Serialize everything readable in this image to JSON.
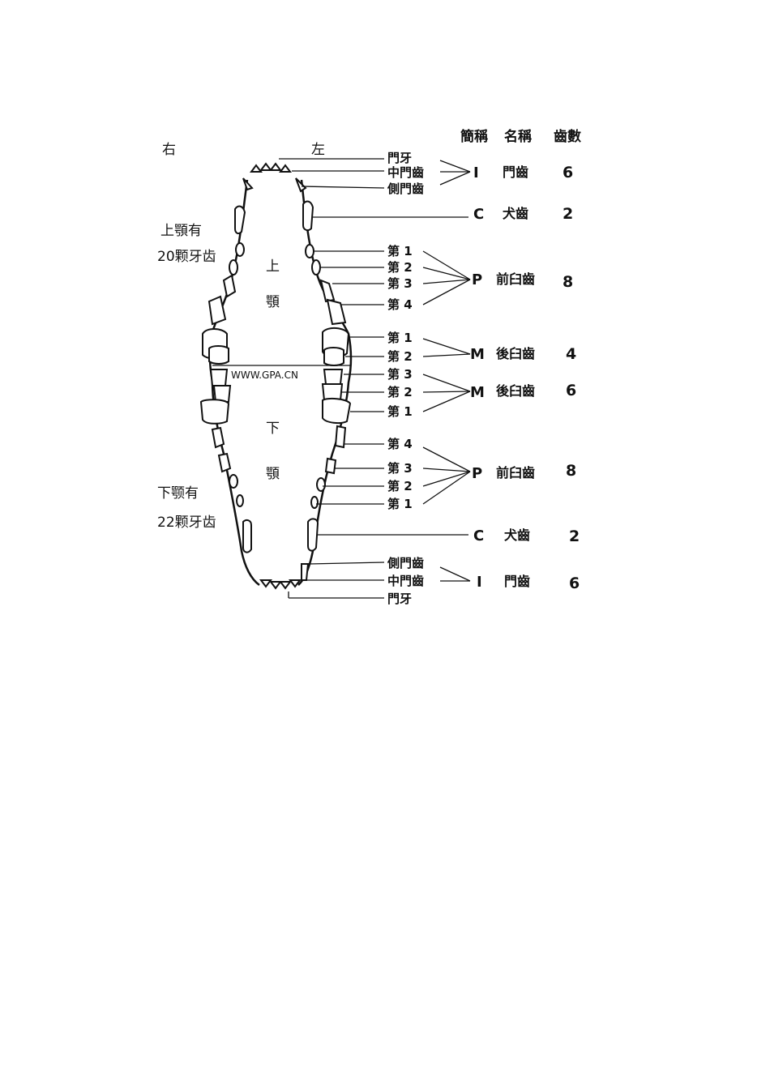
{
  "header": {
    "abbr_col": "簡稱",
    "name_col": "名稱",
    "count_col": "齒數"
  },
  "sides": {
    "right": "右",
    "left": "左"
  },
  "upper_note": {
    "line1": "上顎有",
    "line2": "20颗牙齿"
  },
  "lower_note": {
    "line1": "下颚有",
    "line2": "22颗牙齿"
  },
  "jaw_labels": {
    "upper_1": "上",
    "upper_2": "顎",
    "lower_1": "下",
    "lower_2": "顎"
  },
  "watermark": "WWW.GPA.CN",
  "upper_labels": {
    "incisor_group": "門牙",
    "central": "中門齒",
    "lateral": "側門齒",
    "p1": "第 1",
    "p2": "第 2",
    "p3": "第 3",
    "p4": "第 4",
    "m1": "第 1",
    "m2": "第 2"
  },
  "lower_labels": {
    "m3": "第 3",
    "m2": "第 2",
    "m1": "第 1",
    "p4": "第 4",
    "p3": "第 3",
    "p2": "第 2",
    "p1": "第 1",
    "lateral": "側門齒",
    "central": "中門齒",
    "incisor_group": "門牙"
  },
  "groups": [
    {
      "abbr": "I",
      "name": "門齒",
      "count": "6"
    },
    {
      "abbr": "C",
      "name": "犬齒",
      "count": "2"
    },
    {
      "abbr": "P",
      "name": "前臼齒",
      "count": "8"
    },
    {
      "abbr": "M",
      "name": "後臼齒",
      "count": "4"
    },
    {
      "abbr": "M",
      "name": "後臼齒",
      "count": "6"
    },
    {
      "abbr": "P",
      "name": "前臼齒",
      "count": "8"
    },
    {
      "abbr": "C",
      "name": "犬齒",
      "count": "2"
    },
    {
      "abbr": "I",
      "name": "門齒",
      "count": "6"
    }
  ]
}
